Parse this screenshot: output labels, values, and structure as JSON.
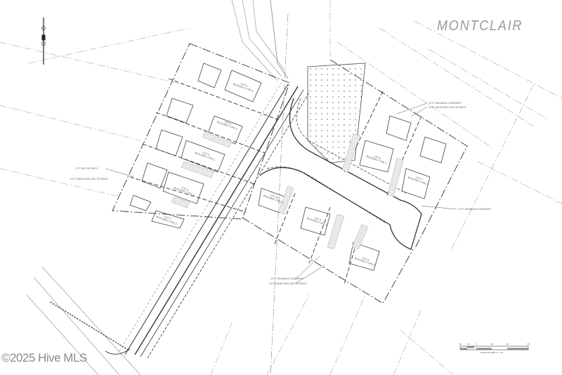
{
  "title": "MONTCLAIR",
  "watermark": "©2025 Hive MLS",
  "north_arrow_icon": "north-arrow-icon",
  "lots": [
    {
      "lot": "LOT 1",
      "type": "BUILDING TYPE 3"
    },
    {
      "lot": "LOT 2",
      "type": "BUILDING TYPE 2"
    },
    {
      "lot": "LOT 3",
      "type": "BUILDING TYPE 1"
    },
    {
      "lot": "LOT 4",
      "type": "BUILDING TYPE 3"
    },
    {
      "lot": "LOT 5",
      "type": "BUILDING TYPE 3"
    },
    {
      "lot": "LOT 6",
      "type": "BUILDING TYPE 1"
    },
    {
      "lot": "LOT 7",
      "type": "BUILDING TYPE 3"
    },
    {
      "lot": "LOT 8",
      "type": "BUILDING TYPE 3"
    },
    {
      "lot": "LOT 9",
      "type": "BUILDING TYPE 3"
    },
    {
      "lot": "LOT 10",
      "type": "BUILDING TYPE 3"
    }
  ],
  "notes": {
    "drainage_easement": "20 FT DRAINAGE EASEMENT",
    "main_setback": "15 FT MAIN DWELLING SETBACK",
    "adu_setback": "5 FT ADU SETBACK"
  },
  "scale_bar": {
    "ticks": [
      "30",
      "15",
      "0",
      "30",
      "60",
      "90"
    ],
    "label": "SCALE IN FEET   1\" = 30'"
  },
  "colors": {
    "line": "#333333",
    "light_line": "#aaaaaa",
    "title": "#9a9a9a"
  }
}
